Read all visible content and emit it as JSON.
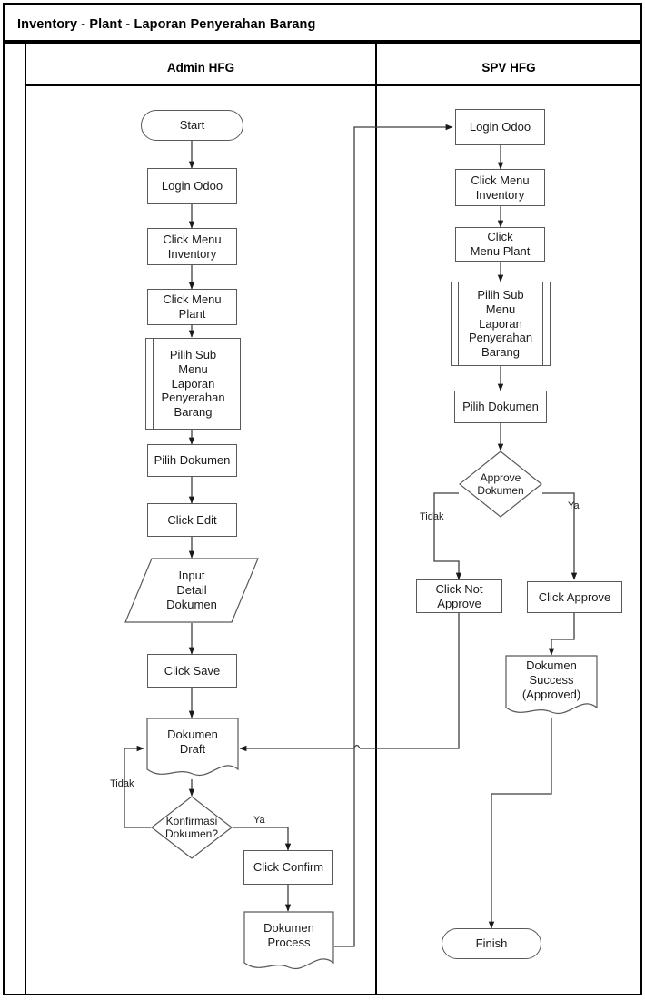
{
  "diagram": {
    "title": "Inventory - Plant - Laporan Penyerahan Barang",
    "type": "swimlane-flowchart",
    "lanes": [
      {
        "id": "admin",
        "label": "Admin HFG"
      },
      {
        "id": "spv",
        "label": "SPV HFG"
      }
    ],
    "colors": {
      "border": "#000000",
      "node_stroke": "#595959",
      "node_fill": "#ffffff",
      "text": "#1a1a1a",
      "connector": "#3f3f3f"
    },
    "nodes": {
      "admin": [
        {
          "id": "a-start",
          "label": "Start",
          "shape": "terminator"
        },
        {
          "id": "a-login",
          "label": "Login Odoo",
          "shape": "process"
        },
        {
          "id": "a-menuinv",
          "label": "Click Menu\nInventory",
          "shape": "process"
        },
        {
          "id": "a-menupl",
          "label": "Click Menu\nPlant",
          "shape": "process"
        },
        {
          "id": "a-submenu",
          "label": "Pilih Sub\nMenu\nLaporan\nPenyerahan\nBarang",
          "shape": "predefined-process"
        },
        {
          "id": "a-pilihdok",
          "label": "Pilih Dokumen",
          "shape": "process"
        },
        {
          "id": "a-edit",
          "label": "Click Edit",
          "shape": "process"
        },
        {
          "id": "a-input",
          "label": "Input\nDetail\nDokumen",
          "shape": "data-parallelogram"
        },
        {
          "id": "a-save",
          "label": "Click Save",
          "shape": "process"
        },
        {
          "id": "a-draft",
          "label": "Dokumen\nDraft",
          "shape": "document"
        },
        {
          "id": "a-konf",
          "label": "Konfirmasi\nDokumen?",
          "shape": "decision"
        },
        {
          "id": "a-confirm",
          "label": "Click Confirm",
          "shape": "process"
        },
        {
          "id": "a-process",
          "label": "Dokumen\nProcess",
          "shape": "document"
        }
      ],
      "spv": [
        {
          "id": "s-login",
          "label": "Login Odoo",
          "shape": "process"
        },
        {
          "id": "s-menuinv",
          "label": "Click Menu\nInventory",
          "shape": "process"
        },
        {
          "id": "s-menupl",
          "label": "Click\nMenu Plant",
          "shape": "process"
        },
        {
          "id": "s-submenu",
          "label": "Pilih Sub\nMenu\nLaporan\nPenyerahan\nBarang",
          "shape": "predefined-process"
        },
        {
          "id": "s-pilihdok",
          "label": "Pilih Dokumen",
          "shape": "process"
        },
        {
          "id": "s-approve",
          "label": "Approve\nDokumen",
          "shape": "decision"
        },
        {
          "id": "s-notapp",
          "label": "Click Not\nApprove",
          "shape": "process"
        },
        {
          "id": "s-app",
          "label": "Click Approve",
          "shape": "process"
        },
        {
          "id": "s-success",
          "label": "Dokumen\nSuccess\n(Approved)",
          "shape": "document"
        },
        {
          "id": "s-finish",
          "label": "Finish",
          "shape": "terminator"
        }
      ]
    },
    "edge_labels": {
      "konf_no": "Tidak",
      "konf_yes": "Ya",
      "approve_no": "Tidak",
      "approve_yes": "Ya"
    }
  }
}
